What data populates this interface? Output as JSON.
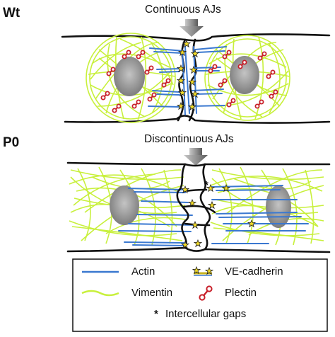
{
  "panels": {
    "wt": {
      "label": "Wt",
      "heading": "Continuous AJs"
    },
    "p0": {
      "label": "P0",
      "heading": "Discontinuous AJs",
      "gap_marker": "*"
    }
  },
  "legend": {
    "actin": "Actin",
    "vimentin": "Vimentin",
    "ve_cadherin": "VE-cadherin",
    "plectin": "Plectin",
    "gaps_symbol": "*",
    "gaps": "Intercellular gaps"
  },
  "colors": {
    "membrane": "#111111",
    "actin": "#3a78d0",
    "vimentin": "#c8f03c",
    "nucleus": "#9a9a9a",
    "plectin": "#c8202a",
    "ve_cadherin": "#f2dc28",
    "arrow": "#8c8c8c"
  },
  "icons": [
    "down-arrow-icon",
    "ve-cadherin-icon",
    "plectin-icon",
    "actin-line-icon",
    "vimentin-line-icon"
  ]
}
